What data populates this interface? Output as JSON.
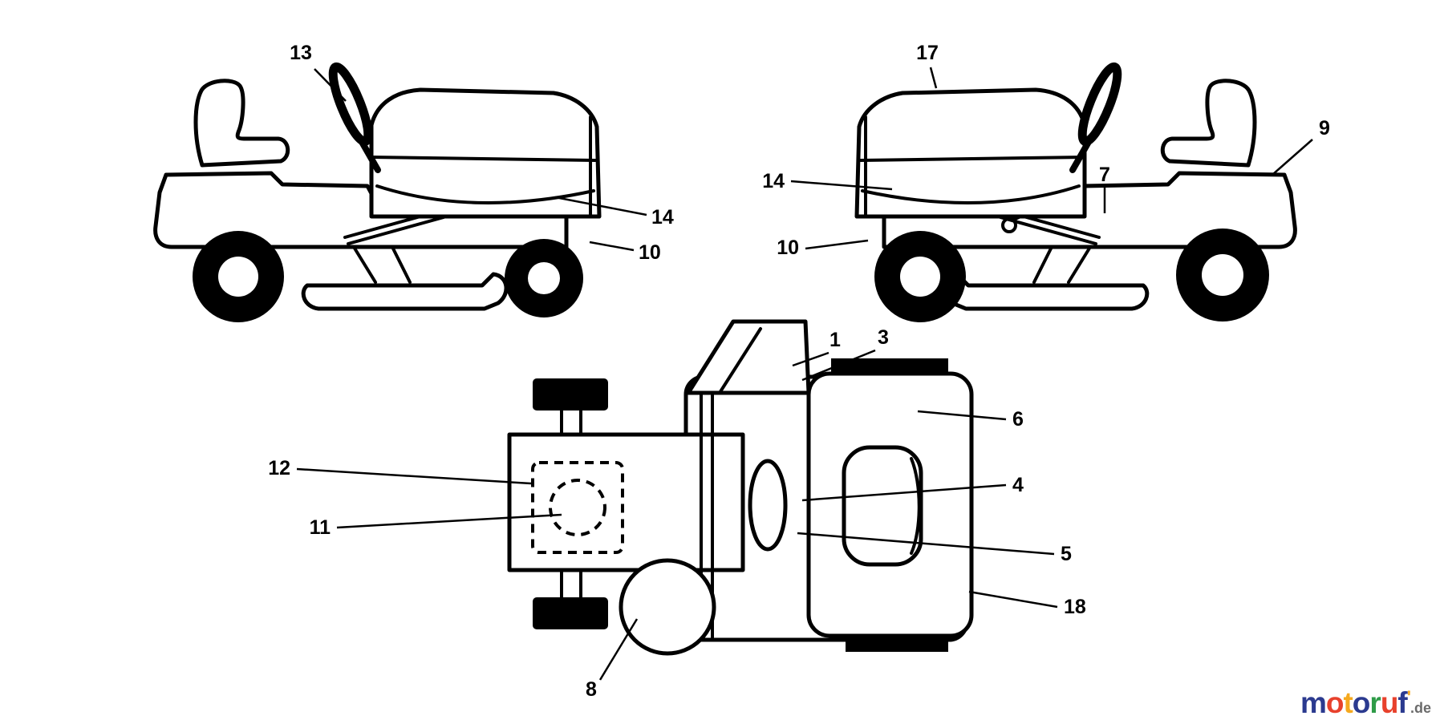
{
  "page": {
    "background": "#ffffff"
  },
  "callouts": {
    "left_view": {
      "c13": "13",
      "c14": "14",
      "c10": "10"
    },
    "right_view": {
      "c17": "17",
      "c14": "14",
      "c7": "7",
      "c9": "9",
      "c10": "10"
    },
    "top_view": {
      "c1": "1",
      "c3": "3",
      "c6": "6",
      "c12": "12",
      "c11": "11",
      "c4": "4",
      "c5": "5",
      "c18": "18",
      "c8": "8"
    }
  },
  "logo": {
    "letters": [
      {
        "char": "m",
        "color": "#2b3a8f"
      },
      {
        "char": "o",
        "color": "#e8412c"
      },
      {
        "char": "t",
        "color": "#f5a91f"
      },
      {
        "char": "o",
        "color": "#2b3a8f"
      },
      {
        "char": "r",
        "color": "#2e9b47"
      },
      {
        "char": "u",
        "color": "#e8412c"
      },
      {
        "char": "f",
        "color": "#2b3a8f"
      }
    ],
    "accent": "'",
    "accent_color": "#f5a91f",
    "suffix": ".de",
    "suffix_color": "#6b6b6b"
  }
}
